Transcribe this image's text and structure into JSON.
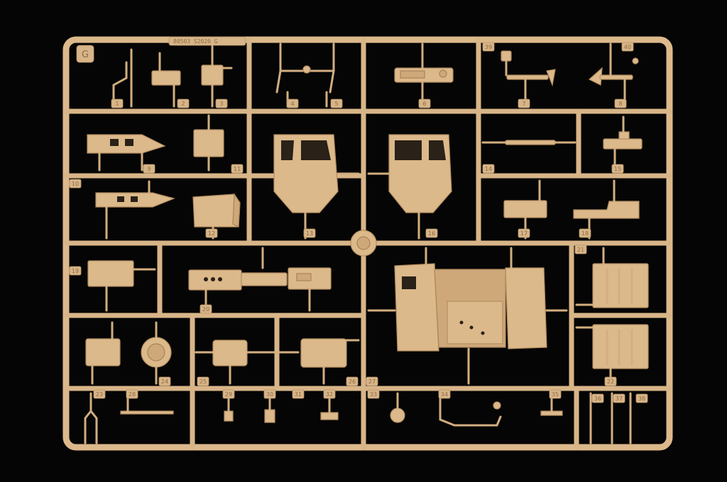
{
  "sprue": {
    "letter": "G",
    "code": "80503 S2020 G"
  },
  "part_numbers": [
    "1",
    "2",
    "3",
    "4",
    "5",
    "6",
    "7",
    "8",
    "9",
    "10",
    "11",
    "12",
    "13",
    "14",
    "15",
    "16",
    "17",
    "18",
    "19",
    "20",
    "21",
    "22",
    "23",
    "24",
    "25",
    "26",
    "27",
    "28",
    "29",
    "30",
    "31",
    "32",
    "33",
    "34",
    "35",
    "36",
    "37",
    "38",
    "39",
    "40"
  ],
  "colors": {
    "background": "#050505",
    "plastic": "#dcb98a"
  }
}
